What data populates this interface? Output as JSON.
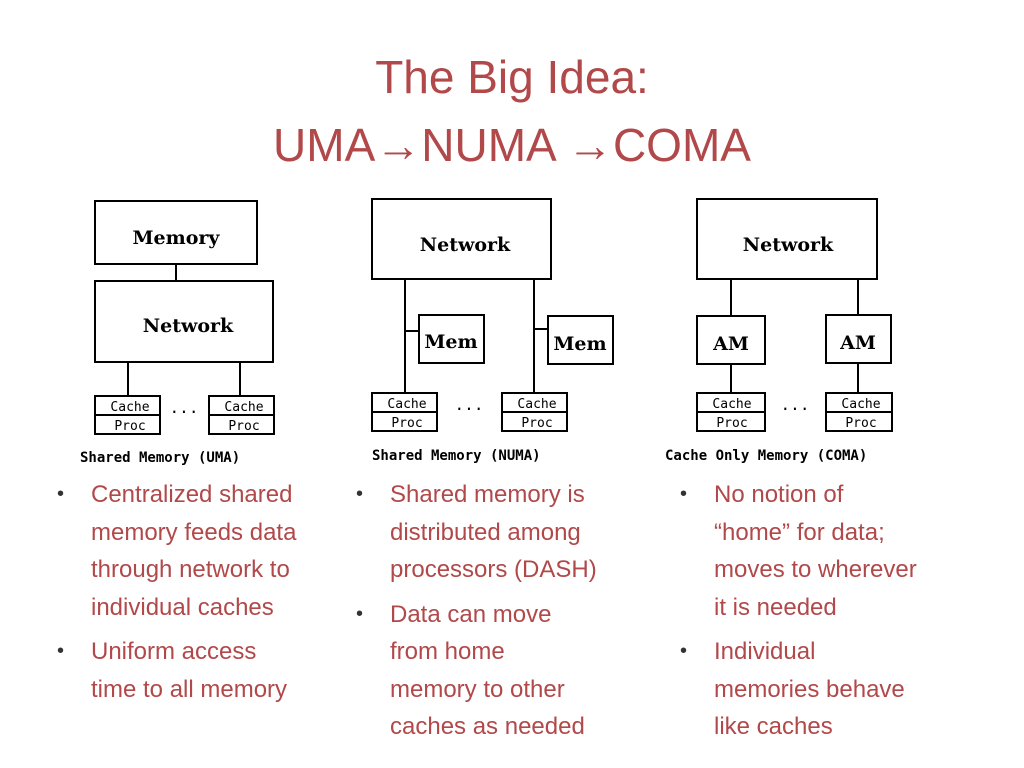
{
  "title": {
    "line1": "The Big Idea:",
    "line2": "UMA→NUMA →COMA"
  },
  "colors": {
    "accent": "#b1484a",
    "diagram": "#000000"
  },
  "diagrams": {
    "uma": {
      "memory_label": "Memory",
      "network_label": "Network",
      "cache_label": "Cache",
      "proc_label": "Proc",
      "ellipsis": "...",
      "caption": "Shared Memory (UMA)"
    },
    "numa": {
      "network_label": "Network",
      "mem_label": "Mem",
      "cache_label": "Cache",
      "proc_label": "Proc",
      "ellipsis": "...",
      "caption": "Shared Memory (NUMA)"
    },
    "coma": {
      "network_label": "Network",
      "am_label": "AM",
      "cache_label": "Cache",
      "proc_label": "Proc",
      "ellipsis": "...",
      "caption": "Cache Only Memory (COMA)"
    }
  },
  "bullets": {
    "uma": [
      "Centralized shared\nmemory feeds data\nthrough network to\nindividual caches",
      "Uniform access\ntime to all memory"
    ],
    "numa": [
      "Shared memory is\ndistributed among\nprocessors (DASH)",
      "Data can move\nfrom home\nmemory to other\ncaches as needed"
    ],
    "coma": [
      "No notion of\n“home” for data;\nmoves to wherever\nit is needed",
      "Individual\nmemories behave\nlike caches"
    ]
  }
}
